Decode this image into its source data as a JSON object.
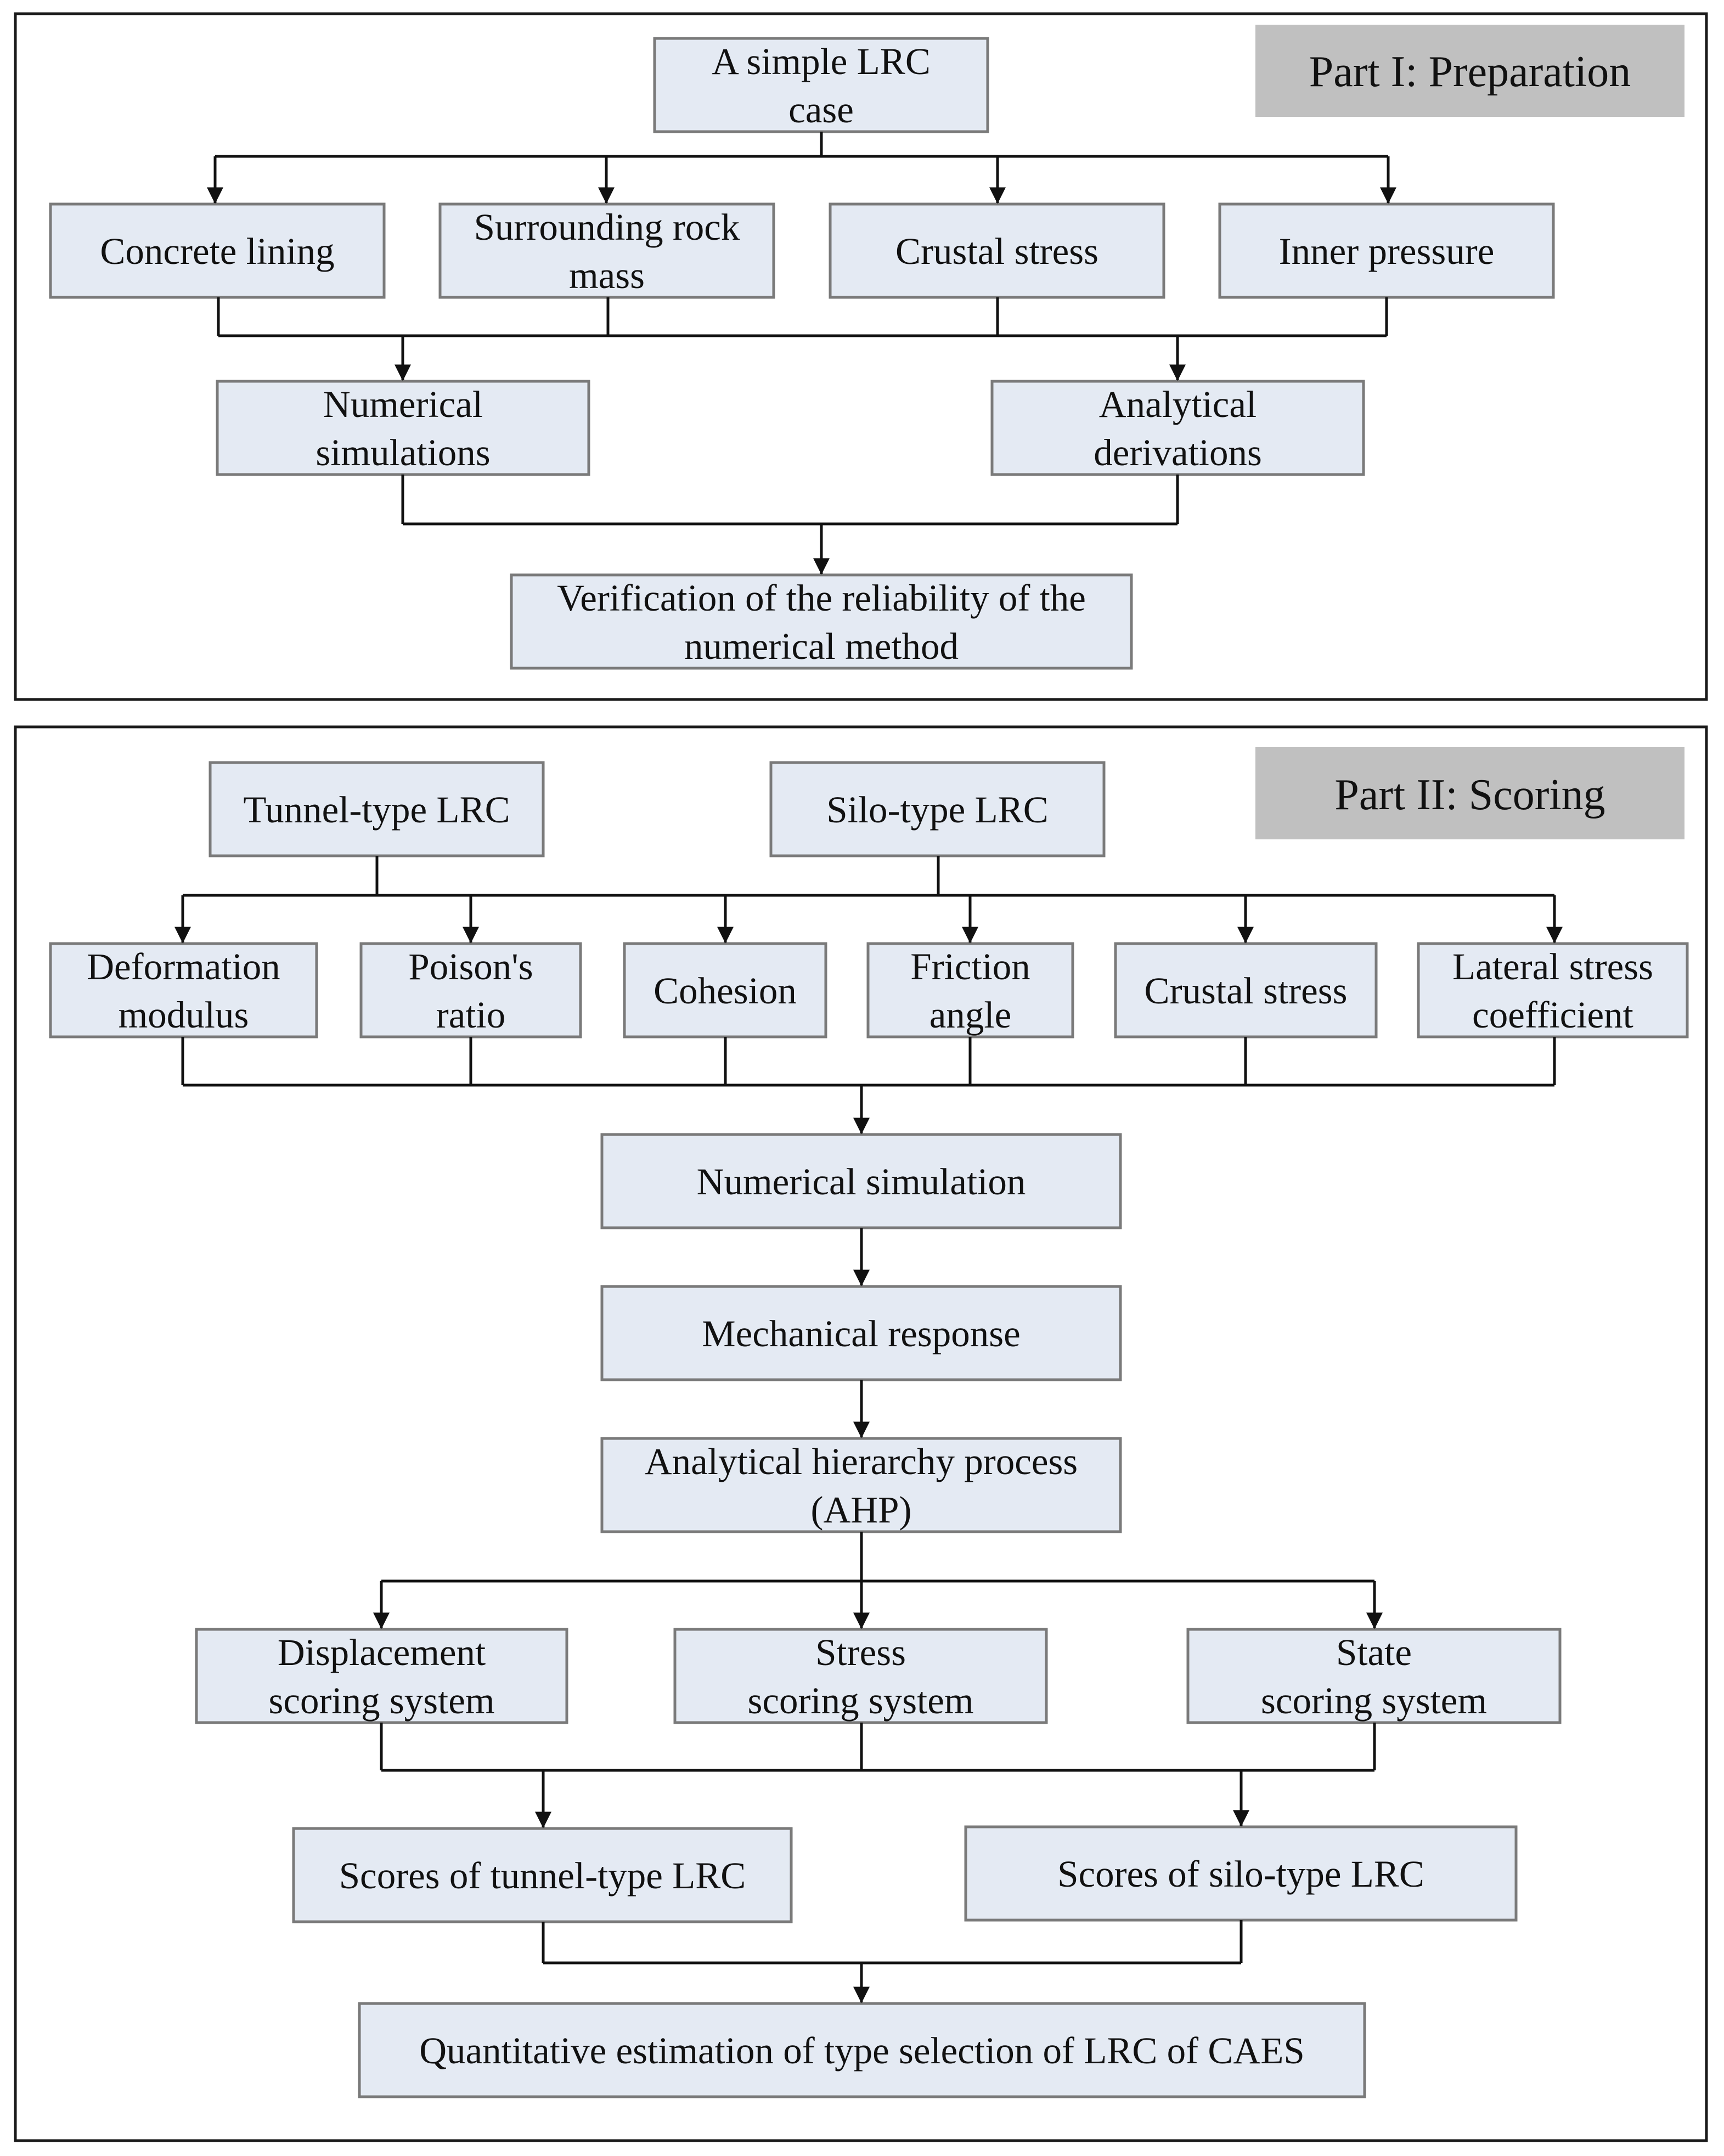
{
  "part1": {
    "label": "Part I: Preparation",
    "case_lines": [
      "A simple LRC",
      "case"
    ],
    "factors": [
      [
        "Concrete lining"
      ],
      [
        "Surrounding rock",
        "mass"
      ],
      [
        "Crustal stress"
      ],
      [
        "Inner pressure"
      ]
    ],
    "methods": [
      [
        "Numerical",
        "simulations"
      ],
      [
        "Analytical",
        "derivations"
      ]
    ],
    "verification_lines": [
      "Verification of the reliability of the",
      "numerical method"
    ]
  },
  "part2": {
    "label": "Part II: Scoring",
    "types": [
      [
        "Tunnel-type LRC"
      ],
      [
        "Silo-type LRC"
      ]
    ],
    "parameters": [
      [
        "Deformation",
        "modulus"
      ],
      [
        "Poison's",
        "ratio"
      ],
      [
        "Cohesion"
      ],
      [
        "Friction",
        "angle"
      ],
      [
        "Crustal stress"
      ],
      [
        "Lateral stress",
        "coefficient"
      ]
    ],
    "simulation": [
      "Numerical simulation"
    ],
    "response": [
      "Mechanical response"
    ],
    "ahp": [
      "Analytical hierarchy process",
      "(AHP)"
    ],
    "systems": [
      [
        "Displacement",
        "scoring system"
      ],
      [
        "Stress",
        "scoring system"
      ],
      [
        "State",
        "scoring system"
      ]
    ],
    "scores": [
      [
        "Scores of tunnel-type LRC"
      ],
      [
        "Scores of silo-type LRC"
      ]
    ],
    "final": [
      "Quantitative estimation of type selection of LRC of CAES"
    ]
  },
  "colors": {
    "box_fill": "#e4eaf3",
    "box_border": "#7a7a7a",
    "label_fill": "#c0c0c0",
    "line": "#111111"
  }
}
